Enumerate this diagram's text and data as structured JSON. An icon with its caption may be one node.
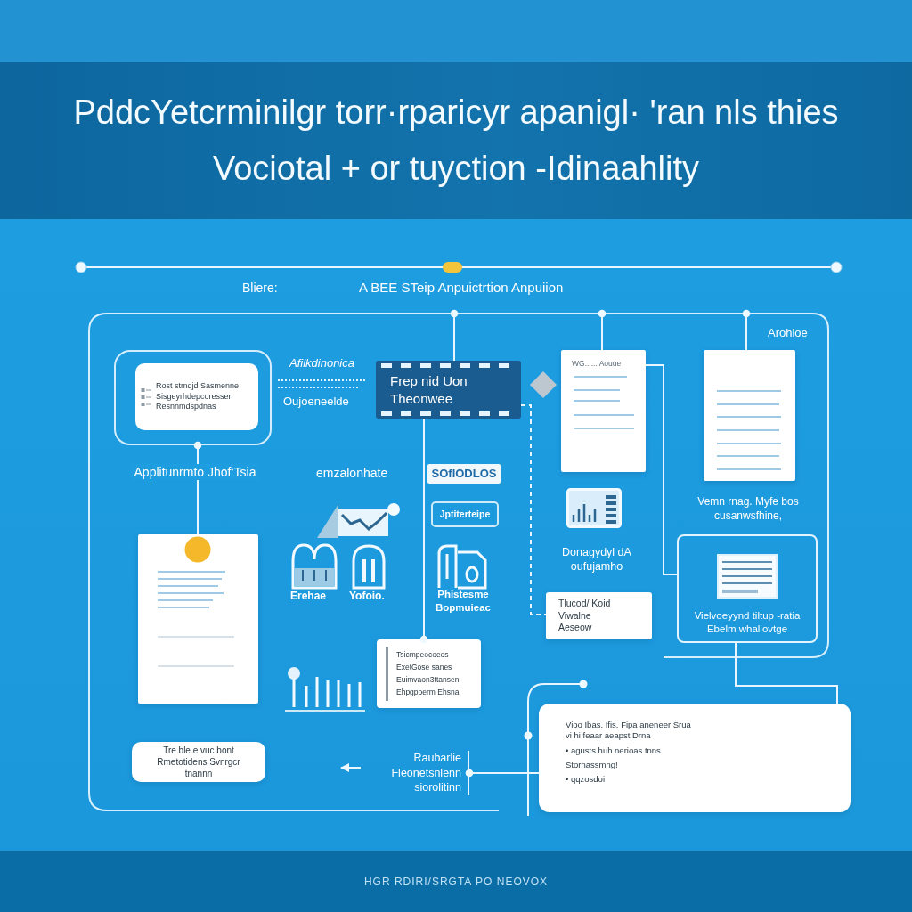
{
  "diagram": {
    "title": "PddcYetcrminilgr torr·rparicyr apanigl· 'ran nls thies Vociotal + or tuyction -Idinaahlity",
    "caption": "HGR RDIRI/SRGTA PO NEOVOX",
    "nodes": [
      {
        "text": [
          "Rost stmdjd Sasmenne Sisgeyrhdepcoressen Resnnmdspdnas"
        ]
      },
      {
        "text": [
          "Frep nid Uon Theonwee"
        ]
      },
      {
        "text": [
          "WG.. ... Aouue"
        ]
      },
      {
        "text": [],
        "shape": "box"
      },
      {
        "text": [
          "SOflODLOS"
        ]
      },
      {
        "text": [
          "Jptiterteipe"
        ]
      },
      {
        "text": [],
        "shape": "box"
      },
      {
        "text": [
          "Vielvoeyynd tiltup -ratia Ebelm whallovtge"
        ]
      },
      {
        "text": [
          "Tlucod/ Koid Viwalne Aeseow"
        ]
      },
      {
        "text": [
          "Tsicmpeocoeos",
          "ExetGose sanes",
          "Euimvaon3ttansen",
          "Ehpgpoerm Ehsna"
        ]
      },
      {
        "text": [
          "Vioo Ibas. Ifis. Fipa aneneer Srua vi hi feaar aeapst Drna",
          "• agusts huh nerioas tnns",
          "Stornassmng!",
          "• qqzosdoi"
        ]
      },
      {
        "text": [
          "Tre ble e vuc bont Rmetotidens Svnrgcr tnannn"
        ]
      },
      {
        "text": [
          "Raubarlie Fleonetsnlenn siorolitinn"
        ]
      }
    ],
    "edges": [
      {
        "from": 0,
        "to": 6,
        "arrow": "other",
        "label": "Applitunrmto Jhof‘Tsia"
      },
      {
        "from": null,
        "to": 1,
        "arrow": "other"
      },
      {
        "from": null,
        "to": 2,
        "arrow": "other"
      },
      {
        "from": null,
        "to": 3,
        "arrow": "other"
      },
      {
        "from": 9,
        "to": 1,
        "arrow": "other"
      },
      {
        "from": 1,
        "to": 8,
        "arrow": "none",
        "style": "dashed"
      },
      {
        "from": 2,
        "to": 7,
        "arrow": "none"
      },
      {
        "from": 7,
        "to": 10,
        "arrow": "none"
      },
      {
        "from": 12,
        "to": 10,
        "arrow": "other"
      },
      {
        "from": 12,
        "to": null,
        "arrow": "to"
      }
    ],
    "labels": [
      "Bliere:",
      "A BEE STeip Anpuictrtion Anpuiion",
      "Arohioe",
      "Afilkdinonica",
      "Oujoeneelde",
      "emzalonhate",
      "Vemn rnag. Myfe bos cusanwsfhine,",
      "Donagydyl dA oufujamho",
      "Erehae",
      "Yofoio.",
      "Phistesme Bopmuieac"
    ]
  }
}
